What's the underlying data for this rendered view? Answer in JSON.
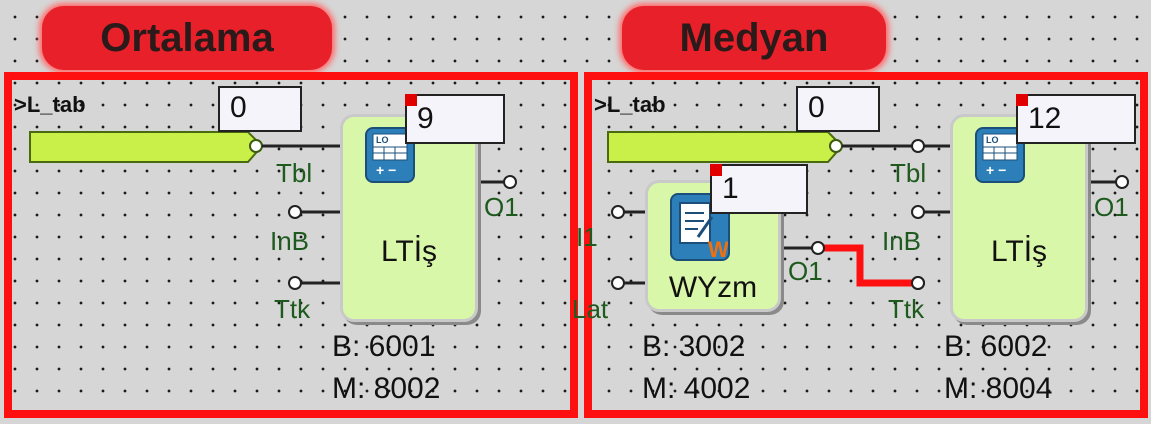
{
  "panels": [
    {
      "title": "Ortalama",
      "bus_label": ">L_tab",
      "bus_value": "0",
      "block": {
        "label": "LTİş",
        "value": "9",
        "pins_in": [
          "Tbl",
          "InB",
          "Ttk"
        ],
        "pin_out": "O1",
        "b_addr": "B: 6001",
        "m_addr": "M: 8002"
      }
    },
    {
      "title": "Medyan",
      "bus_label": ">L_tab",
      "bus_value": "0",
      "writer": {
        "label": "WYzm",
        "value": "1",
        "pins_in": [
          "I1",
          "Lat"
        ],
        "pin_out": "O1",
        "b_addr": "B: 3002",
        "m_addr": "M: 4002"
      },
      "block": {
        "label": "LTİş",
        "value": "12",
        "pins_in": [
          "Tbl",
          "InB",
          "Ttk"
        ],
        "pin_out": "O1",
        "b_addr": "B: 6002",
        "m_addr": "M: 8004"
      }
    }
  ],
  "colors": {
    "frame": "#ff1010",
    "block": "#d9f7a8",
    "bus": "#c8f048",
    "wire": "#ff1010"
  },
  "icons": {
    "table": "table-icon",
    "write": "write-icon"
  }
}
